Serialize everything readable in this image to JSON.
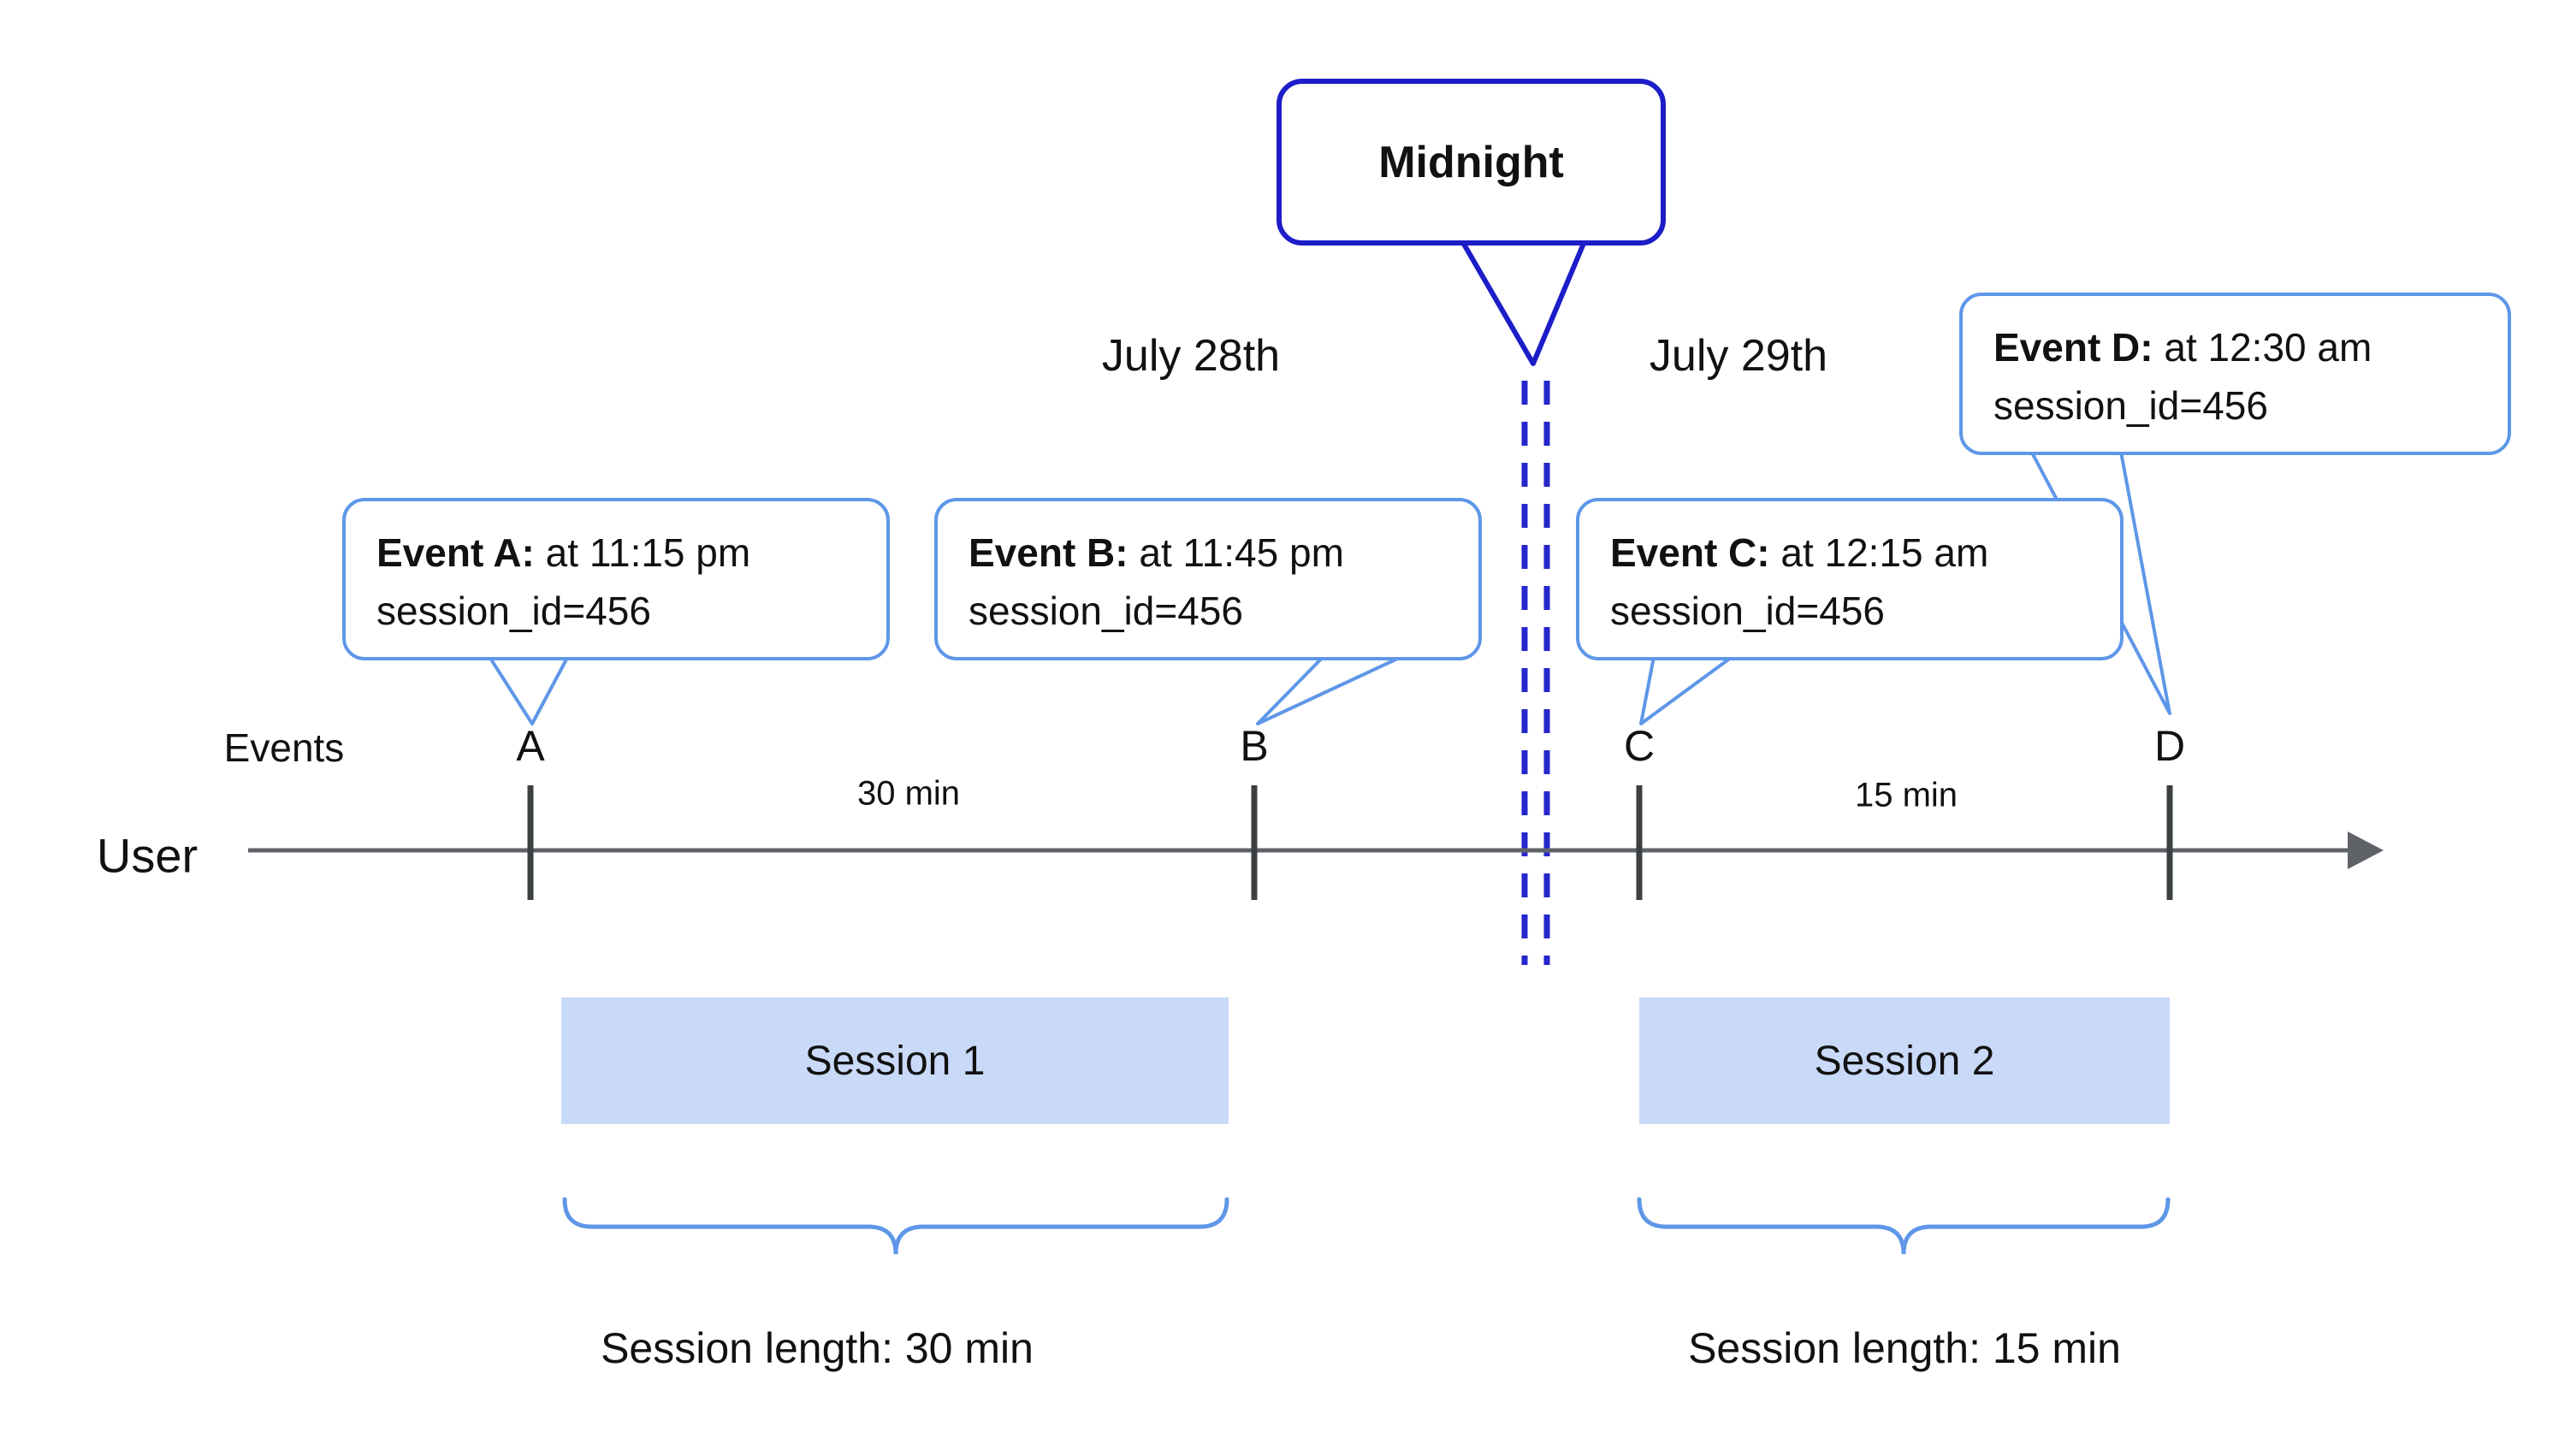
{
  "midnight_callout": {
    "label": "Midnight"
  },
  "dates": {
    "left": "July 28th",
    "right": "July 29th"
  },
  "event_callouts": [
    {
      "name": "Event A:",
      "time": " at 11:15 pm",
      "session": "session_id=456"
    },
    {
      "name": "Event B:",
      "time": " at 11:45 pm",
      "session": "session_id=456"
    },
    {
      "name": "Event C:",
      "time": " at 12:15 am",
      "session": "session_id=456"
    },
    {
      "name": "Event D:",
      "time": " at 12:30 am",
      "session": "session_id=456"
    }
  ],
  "axis": {
    "events_label": "Events",
    "user_label": "User",
    "tick_labels": [
      "A",
      "B",
      "C",
      "D"
    ],
    "interval_ab": "30 min",
    "interval_cd": "15 min"
  },
  "sessions": [
    {
      "label": "Session 1",
      "length_label": "Session length: 30 min"
    },
    {
      "label": "Session 2",
      "length_label": "Session length: 15 min"
    }
  ],
  "colors": {
    "event_callout_border": "#5e97e8",
    "midnight_callout_border": "#1d1dc8",
    "midnight_dashed_line": "#2626cc",
    "session_fill": "#c9daf8",
    "timeline": "#5f6368",
    "brace": "#5e97e8",
    "text": "#111111"
  }
}
